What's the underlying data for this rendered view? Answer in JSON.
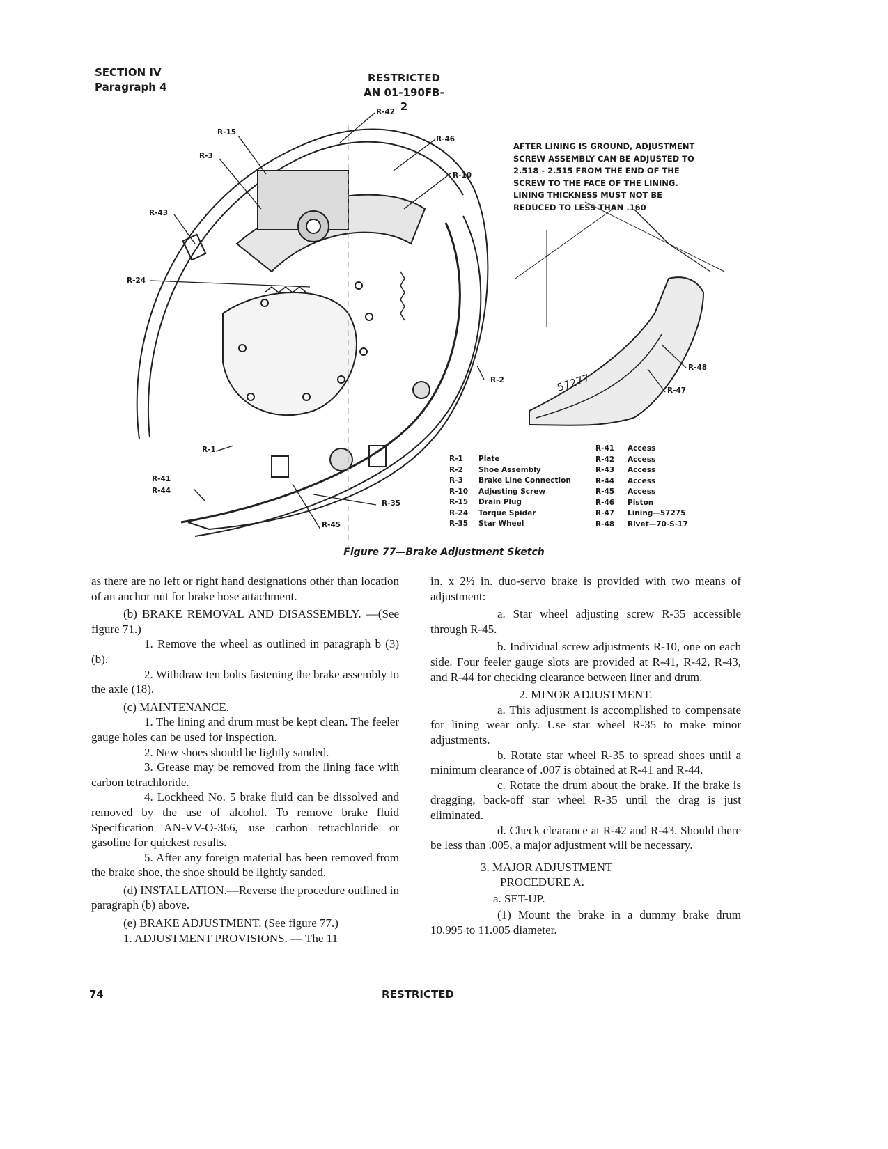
{
  "header": {
    "section": "SECTION IV",
    "paragraph": "Paragraph 4",
    "restricted": "RESTRICTED",
    "doc_number": "AN 01-190FB-2"
  },
  "figure": {
    "note": "AFTER LINING IS GROUND, ADJUSTMENT SCREW ASSEMBLY CAN BE ADJUSTED TO 2.518 - 2.515 FROM THE END OF THE SCREW TO THE FACE OF THE LINING. LINING THICKNESS MUST NOT BE REDUCED TO LESS THAN .160",
    "lining_marking": "57277",
    "callouts": [
      "R-42",
      "R-15",
      "R-46",
      "R-3",
      "R-10",
      "R-43",
      "R-24",
      "R-2",
      "R-48",
      "R-47",
      "R-1",
      "R-41",
      "R-44",
      "R-35",
      "R-45"
    ],
    "legend_left": [
      {
        "code": "R-1",
        "label": "Plate"
      },
      {
        "code": "R-2",
        "label": "Shoe Assembly"
      },
      {
        "code": "R-3",
        "label": "Brake Line Connection"
      },
      {
        "code": "R-10",
        "label": "Adjusting Screw"
      },
      {
        "code": "R-15",
        "label": "Drain Plug"
      },
      {
        "code": "R-24",
        "label": "Torque Spider"
      },
      {
        "code": "R-35",
        "label": "Star Wheel"
      }
    ],
    "legend_right": [
      {
        "code": "R-41",
        "label": "Access"
      },
      {
        "code": "R-42",
        "label": "Access"
      },
      {
        "code": "R-43",
        "label": "Access"
      },
      {
        "code": "R-44",
        "label": "Access"
      },
      {
        "code": "R-45",
        "label": "Access"
      },
      {
        "code": "R-46",
        "label": "Piston"
      },
      {
        "code": "R-47",
        "label": "Lining—57275"
      },
      {
        "code": "R-48",
        "label": "Rivet—70-S-17"
      }
    ],
    "caption": "Figure 77—Brake Adjustment Sketch"
  },
  "left_column": [
    "as there are no left or right hand designations other than location of an anchor nut for brake hose attachment.",
    "(b) BRAKE REMOVAL AND DISASSEMBLY. —(See figure 71.)",
    "1. Remove the wheel as outlined in paragraph b (3) (b).",
    "2. Withdraw ten bolts fastening the brake assembly to the axle (18).",
    "(c) MAINTENANCE.",
    "1. The lining and drum must be kept clean. The feeler gauge holes can be used for inspection.",
    "2. New shoes should be lightly sanded.",
    "3. Grease may be removed from the lining face with carbon tetrachloride.",
    "4. Lockheed No. 5 brake fluid can be dissolved and removed by the use of alcohol. To remove brake fluid Specification AN-VV-O-366, use carbon tetrachloride or gasoline for quickest results.",
    "5. After any foreign material has been removed from the brake shoe, the shoe should be lightly sanded.",
    "(d) INSTALLATION.—Reverse the procedure outlined in paragraph (b) above.",
    "(e) BRAKE ADJUSTMENT. (See figure 77.)",
    "1. ADJUSTMENT PROVISIONS. — The 11"
  ],
  "right_column": [
    "in. x 2½ in. duo-servo brake is provided with two means of adjustment:",
    "a. Star wheel adjusting screw R-35 accessible through R-45.",
    "b. Individual screw adjustments R-10, one on each side. Four feeler gauge slots are provided at R-41, R-42, R-43, and R-44 for checking clearance between liner and drum.",
    "2. MINOR ADJUSTMENT.",
    "a. This adjustment is accomplished to compensate for lining wear only. Use star wheel R-35 to make minor adjustments.",
    "b. Rotate star wheel R-35 to spread shoes until a minimum clearance of .007 is obtained at R-41 and R-44.",
    "c. Rotate the drum about the brake. If the brake is dragging, back-off star wheel R-35 until the drag is just eliminated.",
    "d. Check clearance at R-42 and R-43. Should there be less than .005, a major adjustment will be necessary.",
    "3. MAJOR ADJUSTMENT",
    "PROCEDURE A.",
    "a. SET-UP.",
    "(1) Mount the brake in a dummy brake drum 10.995 to 11.005 diameter."
  ],
  "footer": {
    "page_number": "74",
    "restricted": "RESTRICTED"
  }
}
